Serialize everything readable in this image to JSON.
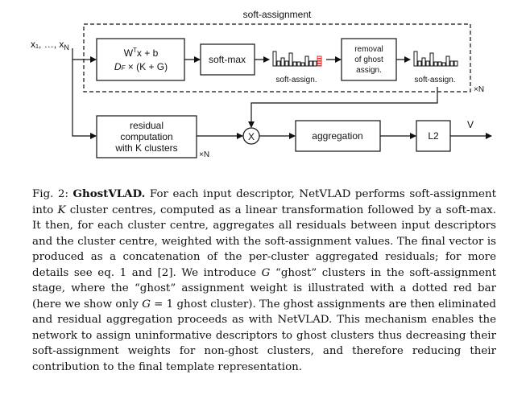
{
  "diagram": {
    "group_title": "soft-assignment",
    "input": "x₁, …, x",
    "input_sub": "N",
    "linear_box": {
      "line1_main": "W",
      "line1_sup": "T",
      "line1_rest": "x + b",
      "line2_D": "D",
      "line2_F": "F",
      "line2_rest": " × (K + G)"
    },
    "softmax_box": "soft-max",
    "hist1_label": "soft-assign.",
    "removal_box": [
      "removal",
      "of ghost",
      "assign."
    ],
    "hist2_label": "soft-assign.",
    "repeat_top": "×N",
    "residual_box": [
      "residual",
      "computation",
      "with K clusters"
    ],
    "repeat_bottom": "×N",
    "multiply_symbol": "X",
    "aggregation_box": "aggregation",
    "l2_box": "L2",
    "output": "V"
  },
  "caption": {
    "label": "Fig. 2:",
    "title": "GhostVLAD.",
    "t1": " For each input descriptor, NetVLAD performs soft-assignment into ",
    "K1": "K",
    "t2": " cluster centres, computed as a linear transformation followed by a soft-max. It then, for each cluster centre, aggregates all residuals between input descriptors and the cluster centre, weighted with the soft-assignment values. The final vector is produced as a concatenation of the per-cluster aggregated residuals; for more details see eq. 1 and [2]. We introduce ",
    "G1": "G",
    "t3": " “ghost” clusters in the soft-assignment stage, where the “ghost” assignment weight is illustrated with a dotted red bar (here we show only ",
    "G2": "G",
    "t4": " = 1 ghost cluster). The ghost assignments are then eliminated and residual aggregation proceeds as with NetVLAD. This mechanism enables the network to assign uninformative descriptors to ghost clusters thus decreasing their soft-assignment weights for non-ghost clusters, and therefore reducing their contribution to the final template representation."
  }
}
